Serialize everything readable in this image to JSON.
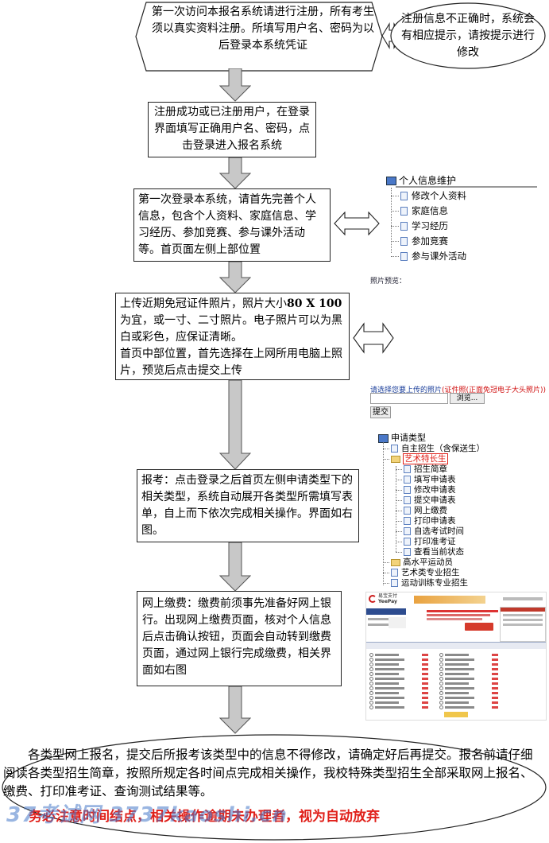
{
  "steps": [
    {
      "id": "register",
      "text": "第一次访问本报名系统请进行注册，所有考生须以真实资料注册。所填写用户名、密码为以后登录本系统凭证"
    },
    {
      "id": "login",
      "text": "注册成功或已注册用户，在登录界面填写正确用户名、密码，点击登录进入报名系统"
    },
    {
      "id": "personal",
      "text": "第一次登录本系统，请首先完善个人信息，包含个人资料、家庭信息、学习经历、参加竞赛、参与课外活动等。首页面左侧上部位置"
    },
    {
      "id": "photo_a",
      "text": "上传近期免冠证件照片，照片大小",
      "photo_bold": "80 X 100",
      "photo_b": "为宜，或一寸、二寸照片。电子照片可以为黑白或彩色，应保证清晰。",
      "photo_c": "首页中部位置，首先选择在上网所用电脑上照片，预览后点击提交上传"
    },
    {
      "id": "apply",
      "text": "报考：点击登录之后首页左侧申请类型下的相关类型，系统自动展开各类型所需填写表单，自上而下依次完成相关操作。界面如右图。"
    },
    {
      "id": "pay",
      "text": "网上缴费：缴费前须事先准备好网上银行。出现网上缴费页面，核对个人信息后点击确认按钮，页面会自动转到缴费页面，通过网上银行完成缴费，相关界面如右图"
    }
  ],
  "side_note": "注册信息不正确时，系统会有相应提示，请按提示进行修改",
  "personal_menu": {
    "root": "个人信息维护",
    "items": [
      "修改个人资料",
      "家庭信息",
      "学习经历",
      "参加竞赛",
      "参与课外活动"
    ]
  },
  "photo_panel": {
    "preview_label": "照片预览：",
    "select_label": "请选择您要上传的照片",
    "select_hint": "(证件照(正面免冠电子大头照片))",
    "browse_label": "浏览...",
    "submit_label": "提交"
  },
  "apply_tree": {
    "root": "申请类型",
    "items": [
      {
        "label": "自主招生（含保送生）",
        "level": 1
      },
      {
        "label": "艺术特长生",
        "level": 1,
        "highlight": true
      },
      {
        "label": "招生简章",
        "level": 2
      },
      {
        "label": "填写申请表",
        "level": 2
      },
      {
        "label": "修改申请表",
        "level": 2
      },
      {
        "label": "提交申请表",
        "level": 2
      },
      {
        "label": "网上缴费",
        "level": 2
      },
      {
        "label": "打印申请表",
        "level": 2
      },
      {
        "label": "自选考试时间",
        "level": 2
      },
      {
        "label": "打印准考证",
        "level": 2
      },
      {
        "label": "查看当前状态",
        "level": 2
      },
      {
        "label": "高水平运动员",
        "level": 1
      },
      {
        "label": "艺术类专业招生",
        "level": 1
      },
      {
        "label": "运动训练专业招生",
        "level": 1
      }
    ]
  },
  "pay_panel": {
    "brand": "易宝支付",
    "brand_en": "YeePay"
  },
  "final_note": {
    "text": "各类型网上报名，提交后所报考该类型中的信息不得修改，请确定好后再提交。报名前请仔细阅读各类型招生简章，按照所规定各时间点完成相关操作，我校特殊类型招生全部采取网上报名、缴费、打印准考证、查询测试结果等。",
    "warning": "务必注意时间结点，相关操作逾期未办理者，视为自动放弃"
  },
  "watermark": "37考试网 3737kaoshi.cn",
  "colors": {
    "arrow_fill": "#c8c8c8",
    "arrow_stroke": "#555555",
    "warning": "#e0201a",
    "highlight": "#e0201a"
  }
}
